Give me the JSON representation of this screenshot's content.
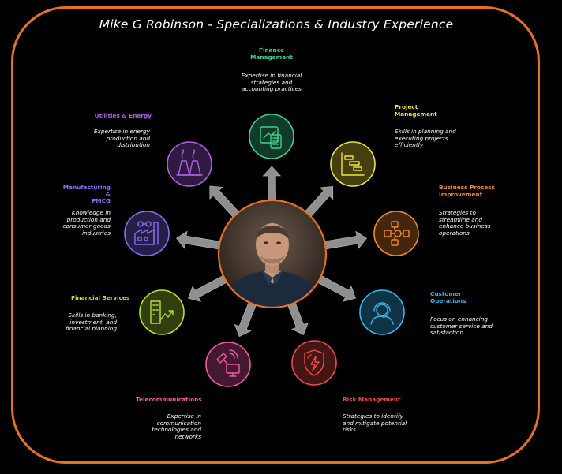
{
  "title": "Mike G Robinson - Specializations & Industry Experience",
  "center": {
    "icon": "portrait-photo",
    "border_color": "#e8711f"
  },
  "frame_color": "#e8711f",
  "nodes": [
    {
      "id": "finance",
      "label": "Finance\nManagement",
      "desc": "Expertise in financial\nstrategies and\naccounting practices",
      "color": "#3ecf8e",
      "icon": "calculator-chart-icon"
    },
    {
      "id": "project",
      "label": "Project\nManagement",
      "desc": "Skills in planning and\nexecuting projects\nefficiently",
      "color": "#f2e33a",
      "icon": "gantt-chart-icon"
    },
    {
      "id": "bpi",
      "label": "Business Process\nImprovement",
      "desc": "Strategies to\nstreamline and\nenhance business\noperations",
      "color": "#f08a2c",
      "icon": "process-flow-icon"
    },
    {
      "id": "customer",
      "label": "Customer\nOperations",
      "desc": "Focus on enhancing\ncustomer service and\nsatisfaction",
      "color": "#39b6f0",
      "icon": "headset-agent-icon"
    },
    {
      "id": "risk",
      "label": "Risk Management",
      "desc": "Strategies to identify\nand mitigate potential\nrisks",
      "color": "#ef4b4b",
      "icon": "shield-bolt-icon"
    },
    {
      "id": "telecom",
      "label": "Telecommunications",
      "desc": "Expertise in\ncommunication\ntechnologies and\nnetworks",
      "color": "#f05aa8",
      "icon": "satellite-monitor-icon"
    },
    {
      "id": "finserv",
      "label": "Financial Services",
      "desc": "Skills in banking,\ninvestment, and\nfinancial planning",
      "color": "#b8e03a",
      "icon": "building-growth-icon"
    },
    {
      "id": "manufacturing",
      "label": "Manufacturing &\nFMCG",
      "desc": "Knowledge in\nproduction and\nconsumer goods\nindustries",
      "color": "#8a6cf5",
      "icon": "factory-icon"
    },
    {
      "id": "utilities",
      "label": "Utilities & Energy",
      "desc": "Expertise in energy\nproduction and\ndistribution",
      "color": "#b05ee8",
      "icon": "power-plant-icon"
    }
  ]
}
